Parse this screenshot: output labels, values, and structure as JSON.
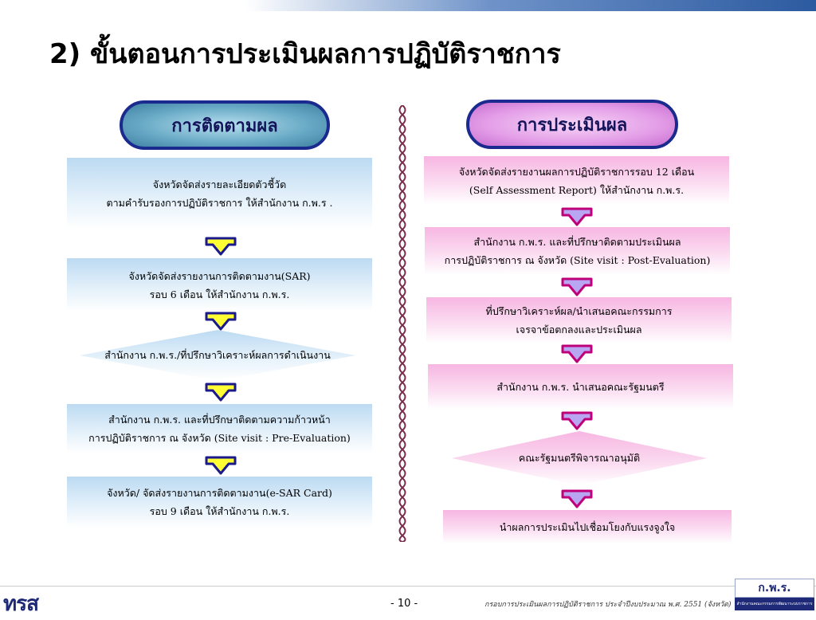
{
  "title": "2) ขั้นตอนการประเมินผลการปฏิบัติราชการ",
  "left": {
    "header": "การติดตามผล",
    "steps": [
      {
        "line1": "จังหวัดจัดส่งรายละเอียดตัวชี้วัด",
        "line2": "ตามคำรับรองการปฏิบัติราชการ ให้สำนักงาน ก.พ.ร ."
      },
      {
        "line1": "จังหวัดจัดส่งรายงานการติดตามงาน(SAR)",
        "line2": "รอบ 6 เดือน  ให้สำนักงาน ก.พ.ร."
      },
      {
        "line1": "สำนักงาน ก.พ.ร./ที่ปรึกษาวิเคราะห์ผลการดำเนินงาน"
      },
      {
        "line1": "สำนักงาน ก.พ.ร. และที่ปรึกษาติดตามความก้าวหน้า",
        "line2": "การปฏิบัติราชการ ณ จังหวัด (Site visit : Pre-Evaluation)"
      },
      {
        "line1": "จังหวัด/ จัดส่งรายงานการติดตามงาน(e-SAR Card)",
        "line2": "รอบ 9 เดือน ให้สำนักงาน ก.พ.ร."
      }
    ]
  },
  "right": {
    "header": "การประเมินผล",
    "steps": [
      {
        "line1": "จังหวัดจัดส่งรายงานผลการปฏิบัติราชการรอบ 12 เดือน",
        "line2": "(Self Assessment Report) ให้สำนักงาน ก.พ.ร."
      },
      {
        "line1": "สำนักงาน ก.พ.ร. และที่ปรึกษาติดตามประเมินผล",
        "line2": "การปฏิบัติราชการ ณ จังหวัด (Site visit : Post-Evaluation)"
      },
      {
        "line1": "ที่ปรึกษาวิเคราะห์ผล/นำเสนอคณะกรรมการ",
        "line2": "เจรจาข้อตกลงและประเมินผล"
      },
      {
        "line1": "สำนักงาน ก.พ.ร. นำเสนอคณะรัฐมนตรี"
      },
      {
        "line1": "คณะรัฐมนตรีพิจารณาอนุมัติ"
      },
      {
        "line1": "นำผลการประเมินไปเชื่อมโยงกับแรงจูงใจ"
      }
    ]
  },
  "footer": {
    "logo_left": "ทรส",
    "page": "- 10 -",
    "caption": "กรอบการประเมินผลการปฏิบัติราชการ ประจำปีงบประมาณ พ.ศ. 2551 (จังหวัด)",
    "logo_right": "ก.พ.ร.",
    "logo_right_sub": "สำนักงานคณะกรรมการพัฒนาระบบราชการ"
  },
  "colors": {
    "left_arrow_fill": "#ffff33",
    "right_arrow_fill": "#b9a6f2",
    "arrow_outline": "#1a1a8c",
    "right_arrow_outline": "#c0007a"
  }
}
